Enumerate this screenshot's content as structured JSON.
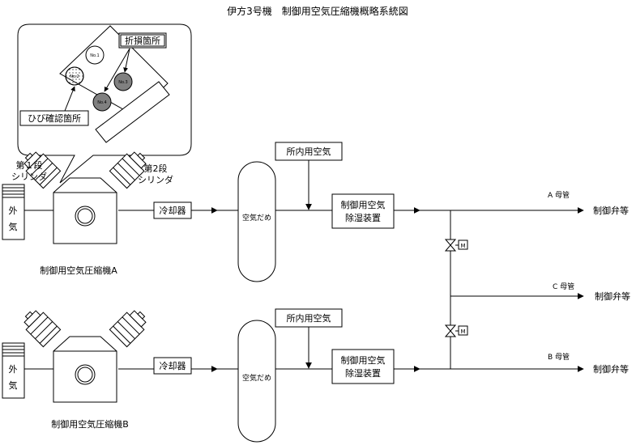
{
  "title": "伊方3号機　制御用空気圧縮機概略系統図",
  "callout": {
    "fractured_label": "折損箇所",
    "crack_label": "ひび確認箇所",
    "pistons": [
      "No.1",
      "No.2",
      "No.3",
      "No.4"
    ]
  },
  "labels": {
    "stage1_line1": "第１段",
    "stage1_line2": "シリンダ",
    "stage2_line1": "第2段",
    "stage2_line2": "シリンダ",
    "outside_air_1": "外",
    "outside_air_2": "気",
    "cooler": "冷却器",
    "air_tank": "空気だめ",
    "station_air": "所内用空気",
    "dryer_line1": "制御用空気",
    "dryer_line2": "除湿装置",
    "compressor_a": "制御用空気圧縮機A",
    "compressor_b": "制御用空気圧縮機B",
    "header_a": "A 母管",
    "header_b": "B 母管",
    "header_c": "C 母管",
    "to_valves": "制御弁等",
    "motor": "M"
  }
}
